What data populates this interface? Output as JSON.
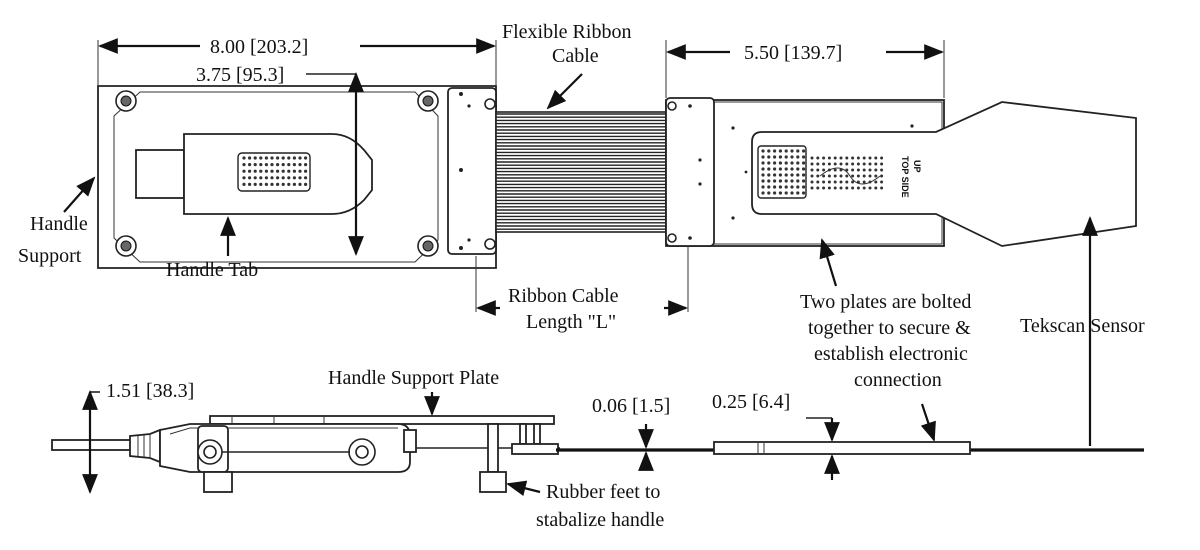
{
  "labels": {
    "handle_width": "8.00 [203.2]",
    "handle_height": "3.75 [95.3]",
    "flexible_ribbon_line1": "Flexible Ribbon",
    "flexible_ribbon_line2": "Cable",
    "plate_width": "5.50 [139.7]",
    "handle_support_line1": "Handle",
    "handle_support_line2": "Support",
    "handle_tab": "Handle Tab",
    "ribbon_length_line1": "Ribbon Cable",
    "ribbon_length_line2": "Length \"L\"",
    "plates_line1": "Two plates are bolted",
    "plates_line2": "together to secure &",
    "plates_line3": "establish electronic",
    "plates_line4": "connection",
    "tekscan_sensor": "Tekscan Sensor",
    "side_height": "1.51 [38.3]",
    "handle_support_plate": "Handle Support Plate",
    "sensor_thickness": "0.06 [1.5]",
    "plate_thickness": "0.25 [6.4]",
    "rubber_feet_line1": "Rubber feet to",
    "rubber_feet_line2": "stabalize handle",
    "sensor_side_text1": "TOP SIDE",
    "sensor_side_text2": "UP"
  }
}
